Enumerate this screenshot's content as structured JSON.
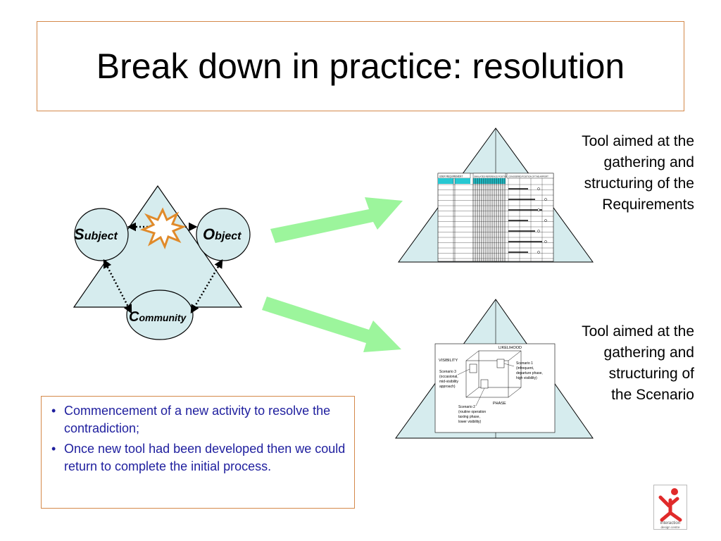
{
  "slide": {
    "title": "Break down in practice: resolution"
  },
  "triangle": {
    "subject_cap": "S",
    "subject_rest": "ubject",
    "object_cap": "O",
    "object_rest": "bject",
    "community_cap": "C",
    "community_rest": "ommunity"
  },
  "captions": {
    "requirements_lines": [
      "Tool aimed at the",
      "gathering and",
      "structuring of the",
      "Requirements"
    ],
    "scenario_lines": [
      "Tool aimed at the",
      "gathering and",
      "structuring of",
      "the Scenario"
    ]
  },
  "bullets": [
    "Commencement of a new activity to resolve the contradiction;",
    "Once new tool had been developed then we could return to complete the initial process."
  ],
  "scenario_diagram": {
    "likelihood": "LIKELIHOOD",
    "visibility": "VISIBILITY",
    "phase": "PHASE",
    "scenario1": [
      "Scenario 1",
      "(infrequent,",
      "departure phase,",
      "high visibility)"
    ],
    "scenario2": [
      "Scenario 2",
      "(routine operation",
      "taxiing phase,",
      "lower visibility)"
    ],
    "scenario3": [
      "Scenario 3",
      "(occasional,",
      "mid-visibility",
      "approach)"
    ]
  },
  "requirements_table": {
    "header_left": "USER REQUIREMENT",
    "header_mid": "SIMULATED REFERENCE POSITION",
    "header_right": "CONSIDERED POSITION OF THE AIRPORT"
  },
  "logo": {
    "text_line1": "interaction",
    "text_line2": "design centre"
  },
  "colors": {
    "triangle_fill": "#d6ecee",
    "arrow_green": "#9cf59c",
    "border_orange": "#d4894a",
    "bullet_blue": "#1e1e9e",
    "logo_red": "#e02a2a"
  }
}
